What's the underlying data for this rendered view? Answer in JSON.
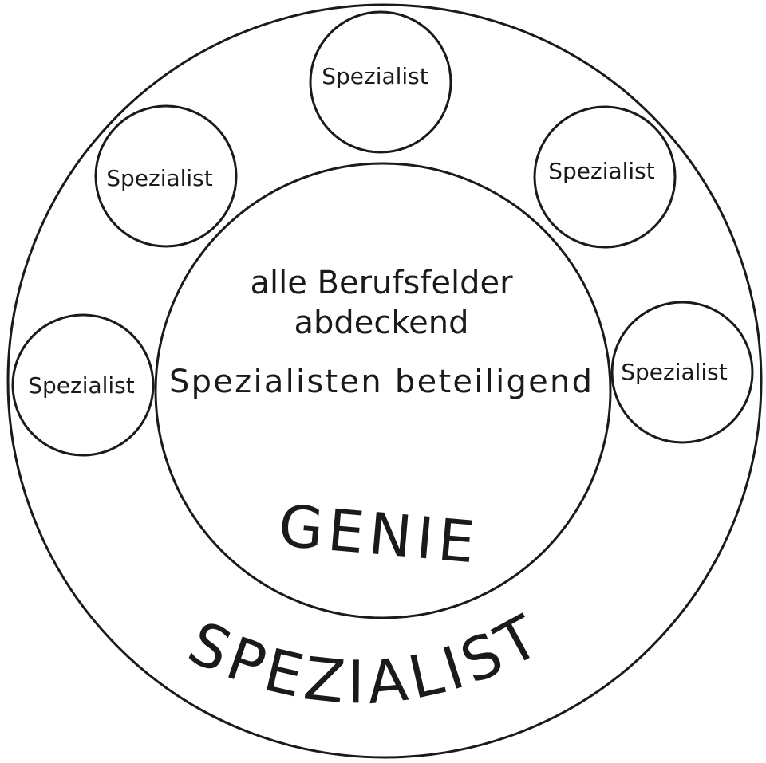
{
  "satellite_label": "Spezialist",
  "center_lines": [
    "alle Berufsfelder",
    "abdeckend",
    "Spezialisten beteiligend"
  ],
  "inner_title": "GENIE",
  "outer_title": "SPEZIALIST",
  "satellites": [
    {
      "label": "Spezialist"
    },
    {
      "label": "Spezialist"
    },
    {
      "label": "Spezialist"
    },
    {
      "label": "Spezialist"
    },
    {
      "label": "Spezialist"
    }
  ]
}
